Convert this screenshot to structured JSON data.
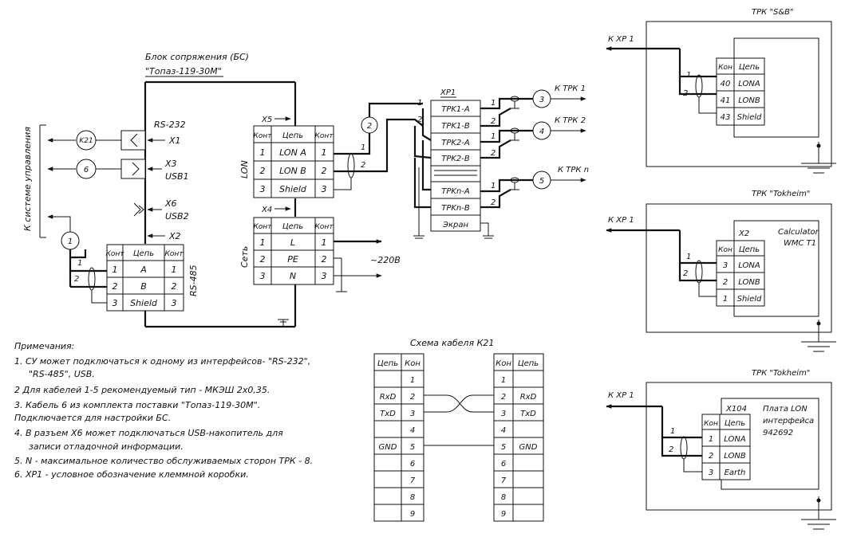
{
  "bs": {
    "title1": "Блок сопряжения (БС)",
    "title2": "\"Топаз-119-30М\"",
    "side_label": "К системе управления",
    "k21": "K21",
    "cable6": "6",
    "rs232": "RS-232",
    "x1": "X1",
    "x3": "X3",
    "usb1": "USB1",
    "x6": "X6",
    "usb2": "USB2",
    "x2": "X2",
    "rs485": "RS-485",
    "cable1": "1",
    "wire1": "1",
    "wire2": "2",
    "x2_head": [
      "Конт",
      "Цепь",
      "Конт"
    ],
    "x2_rows": [
      [
        "1",
        "A",
        "1"
      ],
      [
        "2",
        "B",
        "2"
      ],
      [
        "3",
        "Shield",
        "3"
      ]
    ]
  },
  "lon": {
    "x5": "X5",
    "lon_label": "LON",
    "head": [
      "Конт",
      "Цепь",
      "Конт"
    ],
    "rows": [
      [
        "1",
        "LON A",
        "1"
      ],
      [
        "2",
        "LON B",
        "2"
      ],
      [
        "3",
        "Shield",
        "3"
      ]
    ],
    "cable2": "2",
    "w1": "1",
    "w2": "2"
  },
  "power": {
    "x4": "X4",
    "net_label": "Сеть",
    "head": [
      "Конт",
      "Цепь",
      "Конт"
    ],
    "rows": [
      [
        "1",
        "L",
        "1"
      ],
      [
        "2",
        "PE",
        "2"
      ],
      [
        "3",
        "N",
        "3"
      ]
    ],
    "voltage": "~220В"
  },
  "xp1": {
    "title": "XP1",
    "rows": [
      "TPK1-A",
      "TPK1-B",
      "TPK2-A",
      "TPK2-B",
      "TPKn-A",
      "TPKn-B",
      "Экран"
    ],
    "in1": "1",
    "in2": "2",
    "out_wire": [
      "1",
      "2",
      "1",
      "2",
      "1",
      "2"
    ],
    "to": [
      {
        "num": "3",
        "label": "К ТРК 1"
      },
      {
        "num": "4",
        "label": "К ТРК 2"
      },
      {
        "num": "5",
        "label": "К ТРК n"
      }
    ]
  },
  "trk": [
    {
      "title": "ТРК \"S&B\"",
      "to_xp": "К ХР 1",
      "conn": "",
      "head": [
        "Кон",
        "Цепь"
      ],
      "rows": [
        [
          "40",
          "LONA"
        ],
        [
          "41",
          "LONB"
        ],
        [
          "43",
          "Shield"
        ]
      ],
      "desc": [],
      "w1": "1",
      "w2": "2"
    },
    {
      "title": "ТРК \"Tokheim\"",
      "to_xp": "К ХР 1",
      "conn": "X2",
      "head": [
        "Кон",
        "Цепь"
      ],
      "rows": [
        [
          "3",
          "LONA"
        ],
        [
          "2",
          "LONB"
        ],
        [
          "1",
          "Shield"
        ]
      ],
      "desc": [
        "Calculator",
        "WMC T1"
      ],
      "w1": "1",
      "w2": "2"
    },
    {
      "title": "ТРК \"Tokheim\"",
      "to_xp": "К ХР 1",
      "conn": "X104",
      "head": [
        "Кон",
        "Цепь"
      ],
      "rows": [
        [
          "1",
          "LONA"
        ],
        [
          "2",
          "LONB"
        ],
        [
          "3",
          "Earth"
        ]
      ],
      "desc": [
        "Плата LON",
        "интерфейса",
        "942692"
      ],
      "w1": "1",
      "w2": "2"
    }
  ],
  "notes": {
    "title": "Примечания:",
    "lines": [
      "1. СУ может подключаться к одному из интерфейсов- \"RS-232\",",
      "\"RS-485\", USB.",
      "2  Для кабелей 1-5 рекомендуемый тип - МКЭШ 2х0,35.",
      "3. Кабель 6 из комплекта поставки \"Топаз-119-30М\".",
      "Подключается для настройки БС.",
      "4. В разъем Х6 может подключаться USB-накопитель для",
      "записи отладочной информации.",
      "5. N - максимальное количество обслуживаемых сторон ТРК - 8.",
      "6. ХР1 - условное обозначение клеммной коробки."
    ]
  },
  "k21": {
    "title": "Схема кабеля К21",
    "left_head": [
      "Цепь",
      "Кон"
    ],
    "right_head": [
      "Кон",
      "Цепь"
    ],
    "left_rows": [
      [
        "",
        "1"
      ],
      [
        "RxD",
        "2"
      ],
      [
        "TxD",
        "3"
      ],
      [
        "",
        "4"
      ],
      [
        "GND",
        "5"
      ],
      [
        "",
        "6"
      ],
      [
        "",
        "7"
      ],
      [
        "",
        "8"
      ],
      [
        "",
        "9"
      ]
    ],
    "right_rows": [
      [
        "1",
        ""
      ],
      [
        "2",
        "RxD"
      ],
      [
        "3",
        "TxD"
      ],
      [
        "4",
        ""
      ],
      [
        "5",
        "GND"
      ],
      [
        "6",
        ""
      ],
      [
        "7",
        ""
      ],
      [
        "8",
        ""
      ],
      [
        "9",
        ""
      ]
    ]
  }
}
